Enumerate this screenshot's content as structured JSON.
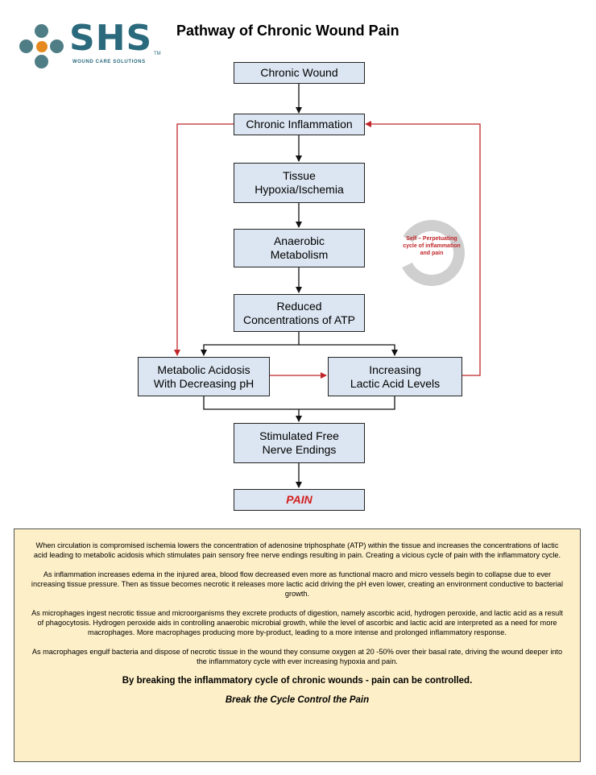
{
  "logo": {
    "text": "SHS",
    "subtitle": "WOUND CARE SOLUTIONS",
    "trademark": "TM",
    "colors": {
      "primary": "#2a6a7c",
      "dots": "#4f7d86",
      "accent": "#e58a1f"
    }
  },
  "title": "Pathway of Chronic Wound Pain",
  "flow": {
    "chronic_wound": "Chronic Wound",
    "chronic_inflammation": "Chronic Inflammation",
    "tissue_hypoxia": "Tissue\nHypoxia/Ischemia",
    "anaerobic_metabolism": "Anaerobic\nMetabolism",
    "reduced_atp": "Reduced\nConcentrations of ATP",
    "metabolic_acidosis": "Metabolic Acidosis\nWith Decreasing pH",
    "lactic_acid": "Increasing\nLactic Acid Levels",
    "nerve_endings": "Stimulated Free\nNerve Endings",
    "pain": "PAIN"
  },
  "cycle_label": "Self – Perpetuating\ncycle of inflammation\nand pain",
  "colors": {
    "box_fill": "#dce6f2",
    "feedback_arrow": "#c0262a",
    "pain_text": "#d21f1f",
    "note_bg": "#fdefc7"
  },
  "notes": {
    "p1": "When circulation is compromised ischemia lowers the concentration of adenosine triphosphate (ATP) within the tissue and increases the concentrations of lactic acid leading to metabolic acidosis which stimulates pain sensory free nerve endings resulting in pain. Creating a vicious cycle of pain with the inflammatory cycle.",
    "p2": "As inflammation increases edema in the injured area, blood flow decreased even more as functional macro and micro vessels begin to collapse due to ever increasing tissue pressure.  Then as tissue becomes necrotic it releases more lactic acid driving the pH even lower, creating an environment conductive to bacterial growth.",
    "p3": "As microphages ingest necrotic tissue and microorganisms they excrete products of digestion, namely ascorbic acid, hydrogen peroxide, and lactic acid as a result of phagocytosis.  Hydrogen peroxide aids in controlling anaerobic microbial growth, while the level of ascorbic and lactic acid are interpreted as a need for more macrophages.  More macrophages producing more by-product, leading to a more intense and prolonged inflammatory response.",
    "p4": "As macrophages engulf bacteria and dispose of necrotic tissue in the wound they consume oxygen at 20 -50% over their basal rate, driving the wound deeper into the inflammatory cycle with ever increasing hypoxia and pain.",
    "bold": "By breaking the inflammatory cycle of chronic wounds - pain can be controlled.",
    "tagline": "Break the Cycle Control the Pain"
  }
}
